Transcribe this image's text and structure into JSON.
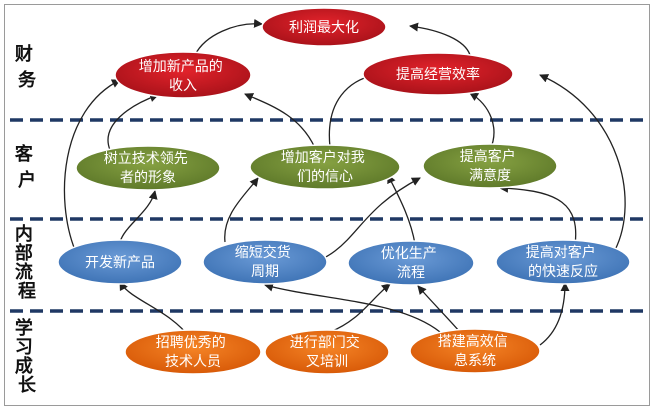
{
  "layers": {
    "finance": [
      "财",
      "务"
    ],
    "customer": [
      "客",
      "户"
    ],
    "internal": [
      "内",
      "部",
      "流",
      "程"
    ],
    "learning": [
      "学",
      "习",
      "成",
      "长"
    ]
  },
  "nodes": {
    "profit": [
      "利润最大化"
    ],
    "new_revenue": [
      "增加新产品的",
      "收入"
    ],
    "efficiency": [
      "提高经营效率"
    ],
    "tech_image": [
      "树立技术领先",
      "者的形象"
    ],
    "confidence": [
      "增加客户对我",
      "们的信心"
    ],
    "satisfaction": [
      "提高客户",
      "满意度"
    ],
    "develop": [
      "开发新产品"
    ],
    "shorten": [
      "缩短交货",
      "周期"
    ],
    "optimize": [
      "优化生产",
      "流程"
    ],
    "response": [
      "提高对客户",
      "的快速反应"
    ],
    "recruit": [
      "招聘优秀的",
      "技术人员"
    ],
    "training": [
      "进行部门交",
      "叉培训"
    ],
    "system": [
      "搭建高效信",
      "息系统"
    ]
  },
  "colors": {
    "finance": "#c8161d",
    "customer": "#6f8b33",
    "internal": "#4f86c6",
    "learning": "#e86a10",
    "divider": "#1f3864",
    "arrow": "#222222"
  }
}
